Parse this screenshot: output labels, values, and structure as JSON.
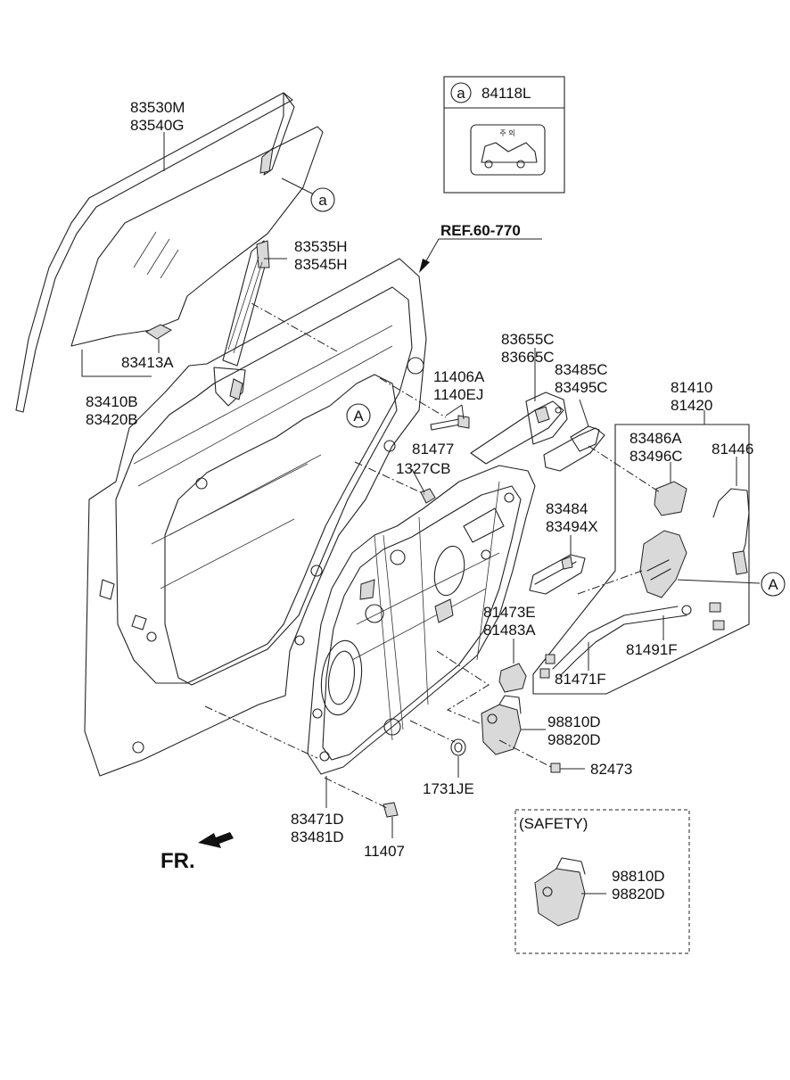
{
  "labels": {
    "glass_channel": [
      "83530M",
      "83540G"
    ],
    "channel_lower": [
      "83535H",
      "83545H"
    ],
    "glass_bracket": "83413A",
    "glass": [
      "83410B",
      "83420B"
    ],
    "ref": "REF.60-770",
    "bolt_nut": [
      "11406A",
      "1140EJ"
    ],
    "nut_cap": [
      "81477",
      "1327CB"
    ],
    "handle_bracket": [
      "83655C",
      "83665C"
    ],
    "outside_handle_frame": [
      "83485C",
      "83495C"
    ],
    "latch_assy": [
      "81410",
      "81420"
    ],
    "actuator_cover": [
      "83486A",
      "83496C"
    ],
    "rod": "81446",
    "inside_handle": [
      "83484",
      "83494X"
    ],
    "clip": [
      "81473E",
      "81483A"
    ],
    "cable_a": "81491F",
    "cable_b": "81471F",
    "regulator_motor": [
      "98810D",
      "98820D"
    ],
    "screw": "82473",
    "grommet": "1731JE",
    "module_panel": [
      "83471D",
      "83481D"
    ],
    "bolt": "11407",
    "fr": "FR.",
    "safety_title": "(SAFETY)",
    "safety_motor": [
      "98810D",
      "98820D"
    ],
    "callout_a": "a",
    "callout_A": "A",
    "label_part": "84118L",
    "label_korean": "주 의"
  }
}
